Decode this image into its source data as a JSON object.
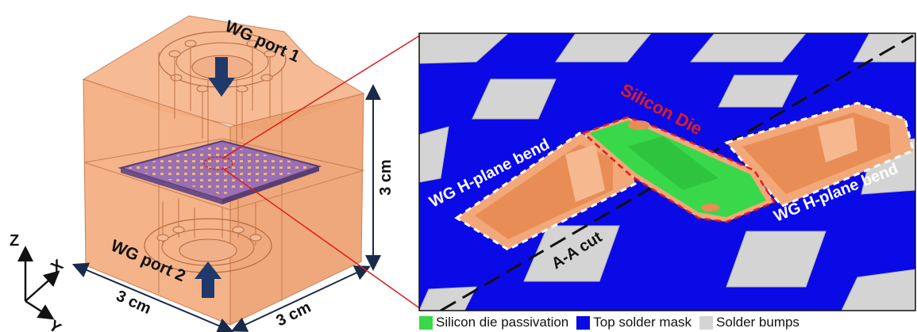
{
  "left_model": {
    "port1_label": "WG port 1",
    "port2_label": "WG port 2",
    "height_dim": "3 cm",
    "width_dim_x": "3 cm",
    "width_dim_y": "3 cm",
    "axes": {
      "z": "Z",
      "x": "X",
      "y": "Y"
    }
  },
  "zoom_view": {
    "die_label": "Silicon Die",
    "bend_left_label": "WG H-plane bend",
    "bend_right_label": "WG H-plane bend",
    "cut_label": "A-A cut"
  },
  "legend": [
    {
      "label": "Silicon die passivation",
      "color": "#39d84a"
    },
    {
      "label": "Top solder mask",
      "color": "#0a0ae6"
    },
    {
      "label": "Solder bumps",
      "color": "#d4d4d4"
    }
  ],
  "colors": {
    "copper": "#f2a878",
    "copper_dark": "#d9824f",
    "solder_mask": "#0a0ae6",
    "passivation": "#39d84a",
    "bump": "#d4d4d4",
    "dim_arrow": "#1a2a4a",
    "callout": "#e01c1c"
  }
}
